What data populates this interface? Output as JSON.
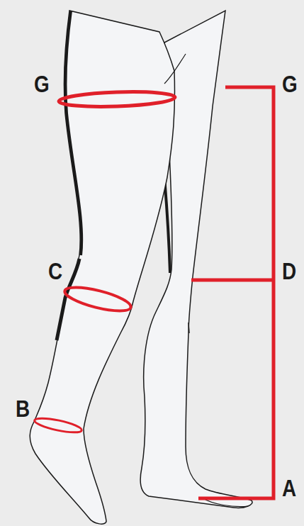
{
  "diagram": {
    "labels": [
      "G",
      "G",
      "C",
      "D",
      "B",
      "A"
    ]
  }
}
